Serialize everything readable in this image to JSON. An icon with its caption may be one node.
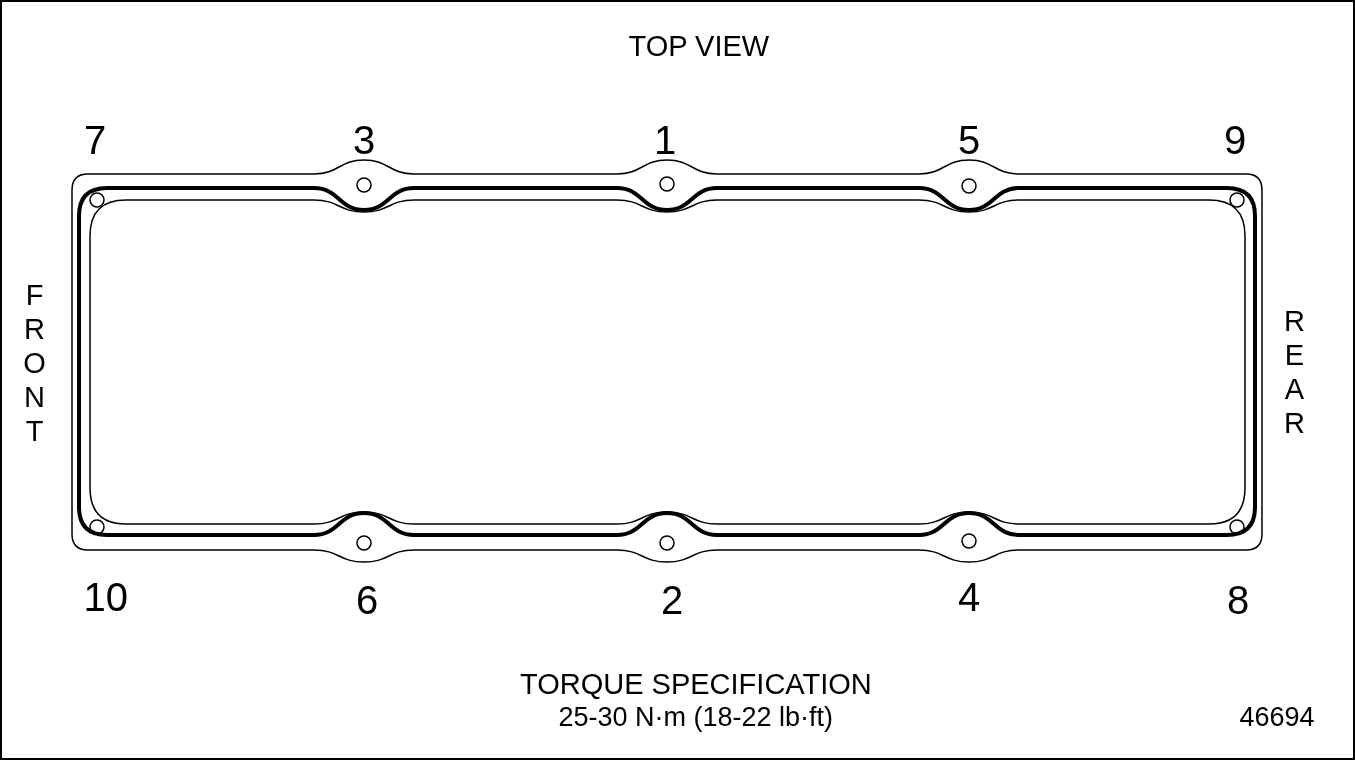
{
  "diagram": {
    "title": "TOP VIEW",
    "labels": [
      "7",
      "3",
      "1",
      "5",
      "9",
      "FRONT",
      "REAR",
      "10",
      "6",
      "2",
      "4",
      "8",
      "TORQUE SPECIFICATION",
      "25-30 N·m (18-22 lb·ft)",
      "46694"
    ]
  }
}
